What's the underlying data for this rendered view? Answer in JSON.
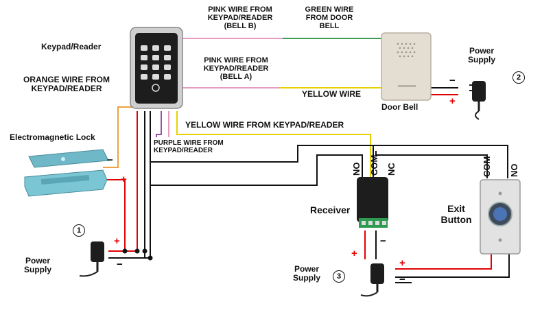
{
  "labels": {
    "keypad": "Keypad/Reader",
    "pink_b": [
      "PINK WIRE  FROM",
      "KEYPAD/READER",
      "(BELL B)"
    ],
    "green": [
      "GREEN WIRE",
      "FROM DOOR",
      "BELL"
    ],
    "pink_a": [
      "PINK WIRE  FROM",
      "KEYPAD/READER",
      "(BELL A)"
    ],
    "yellow": "YELLOW WIRE",
    "door_bell": "Door Bell",
    "power_supply_2": [
      "Power",
      "Supply"
    ],
    "orange": [
      "ORANGE WIRE FROM",
      "KEYPAD/READER"
    ],
    "yellow_from_keypad": "YELLOW WIRE FROM KEYPAD/READER",
    "em_lock": "Electromagnetic Lock",
    "purple": [
      "PURPLE WIRE FROM",
      "KEYPAD/READER"
    ],
    "no_left": "NO",
    "com_left": "COM",
    "nc": "NC",
    "com_right": "COM",
    "no_right": "NO",
    "receiver": "Receiver",
    "exit_button": [
      "Exit",
      "Button"
    ],
    "power_supply_1": [
      "Power",
      "Supply"
    ],
    "power_supply_3": [
      "Power",
      "Supply"
    ],
    "num1": "1",
    "num2": "2",
    "num3": "3",
    "plus": "+",
    "minus": "−"
  },
  "colors": {
    "pink": "#e79ac2",
    "green": "#3f9a55",
    "yellow": "#e6d200",
    "orange": "#f0a040",
    "purple": "#9a4fa5",
    "red": "#e00000",
    "black": "#111111"
  },
  "icons": [
    "keypad-device",
    "door-bell-device",
    "em-lock-device",
    "receiver-device",
    "exit-button-device",
    "power-adapter-icon"
  ]
}
